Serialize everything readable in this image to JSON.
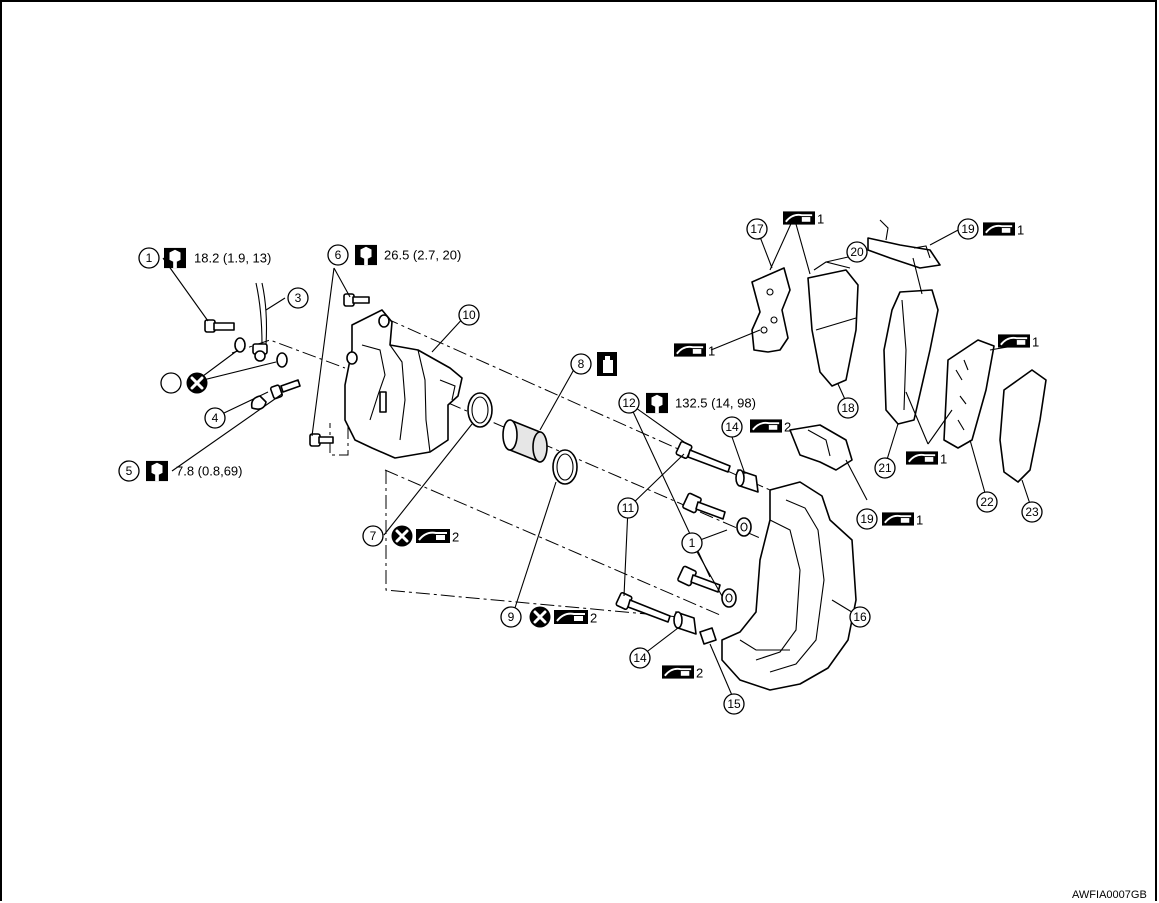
{
  "callouts": [
    "1",
    "3",
    "4",
    "5",
    "6",
    "7",
    "8",
    "9",
    "10",
    "11",
    "12",
    "14",
    "15",
    "16",
    "17",
    "18",
    "19",
    "20",
    "21",
    "22",
    "23"
  ],
  "torque_specs": {
    "bolt_1": "18.2 (1.9, 13)",
    "bolt_6": "26.5 (2.7, 20)",
    "bleeder_5": "7.8 (0.8,69)",
    "pin_12": "132.5 (14, 98)"
  },
  "grease_marks": {
    "type_1": "1",
    "type_2": "2"
  },
  "icons": {
    "torque": "torque-wrench-icon",
    "replace": "do-not-reuse-icon",
    "grease": "apply-grease-icon",
    "fluid": "brake-fluid-icon"
  },
  "figure_code": "AWFIA0007GB"
}
